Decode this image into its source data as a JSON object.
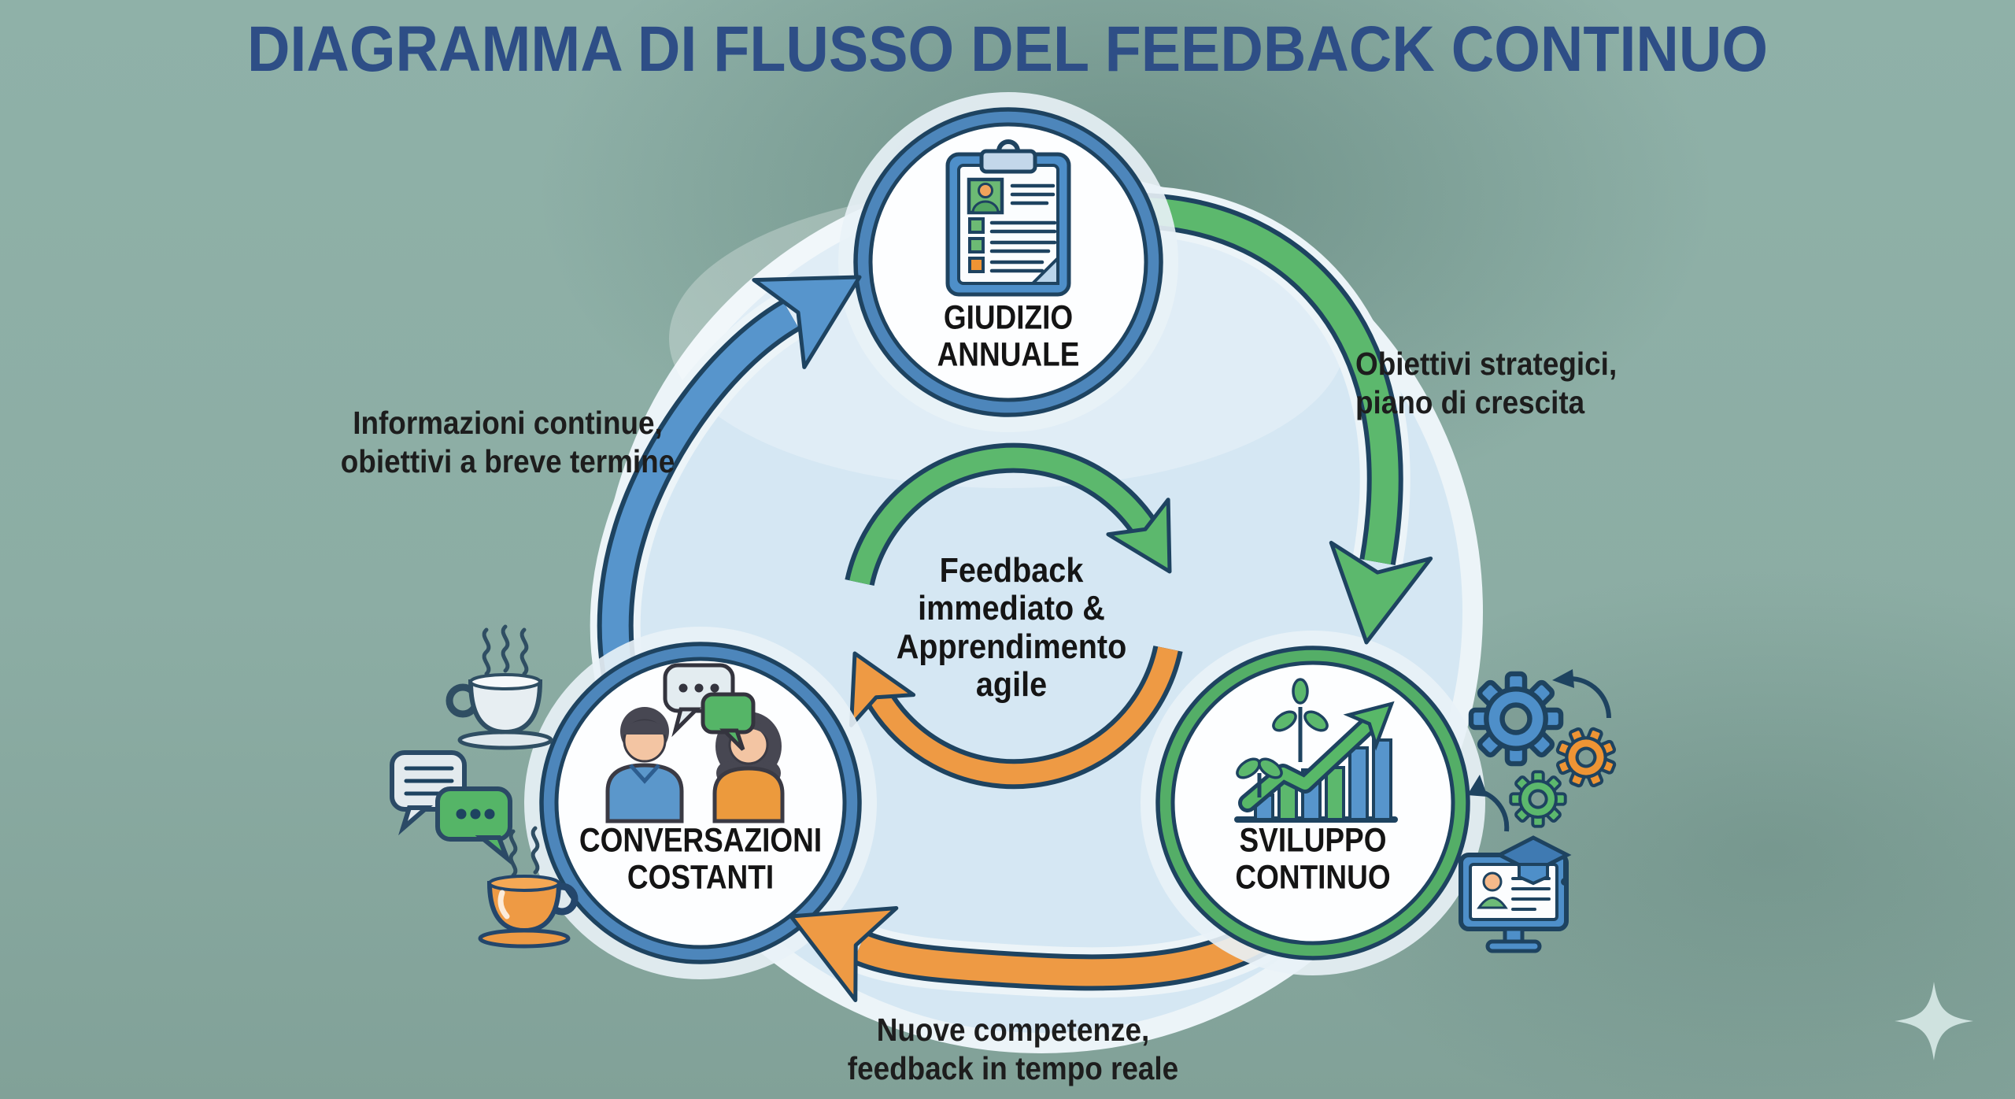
{
  "title": "DIAGRAMMA DI FLUSSO DEL FEEDBACK CONTINUO",
  "center_cycle": {
    "line1": "Feedback",
    "line2": "immediato &",
    "line3": "Apprendimento",
    "line4": "agile"
  },
  "nodes": {
    "giudizio_annuale": {
      "line1": "GIUDIZIO",
      "line2": "ANNUALE",
      "icon": "clipboard-review-icon",
      "ring_color": "#4d86bb"
    },
    "sviluppo_continuo": {
      "line1": "SVILUPPO",
      "line2": "CONTINUO",
      "icon": "growth-chart-icon",
      "ring_color": "#54ae67"
    },
    "conversazioni_costanti": {
      "line1": "CONVERSAZIONI",
      "line2": "COSTANTI",
      "icon": "people-conversation-icon",
      "ring_color": "#4d86bb"
    }
  },
  "arrows": {
    "conversations_to_review": {
      "color": "#5795cc",
      "line1": "Informazioni continue,",
      "line2": "obiettivi a breve termine"
    },
    "review_to_development": {
      "color": "#5cb86d",
      "line1": "Obiettivi strategici,",
      "line2": "piano di crescita"
    },
    "development_to_conversations": {
      "color": "#ee9a44",
      "line1": "Nuove competenze,",
      "line2": "feedback in tempo reale"
    }
  },
  "colors": {
    "background": "#8aaba2",
    "canvas_circle": "#d5e7f3",
    "halo": "#ecf4f8",
    "outline_navy": "#1e4360",
    "title_text": "#2e4e86",
    "body_text": "#1a1a1a",
    "blue": "#5795cc",
    "green": "#5cb86d",
    "orange": "#ee9a44"
  },
  "decorations": {
    "left": [
      "steaming-coffee-cup-icon",
      "chat-bubbles-icon",
      "steaming-coffee-cup-orange-icon"
    ],
    "right": [
      "gears-icon",
      "sync-arrows-icon",
      "elearning-monitor-icon",
      "graduation-cap-icon"
    ],
    "bottom_right": [
      "sparkle-icon"
    ]
  }
}
